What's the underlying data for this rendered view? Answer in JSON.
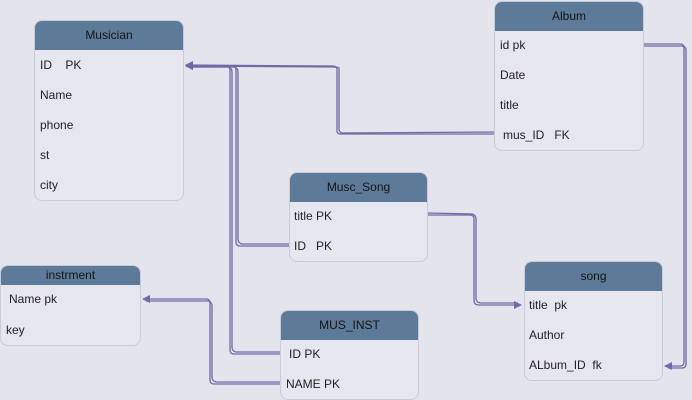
{
  "entities": {
    "musician": {
      "title": "Musician",
      "rows": [
        "ID    PK",
        "Name",
        "phone",
        "st",
        "city"
      ]
    },
    "album": {
      "title": "Album",
      "rows": [
        "id pk",
        "Date",
        "title",
        "mus_ID   FK"
      ]
    },
    "musc_song": {
      "title": "Musc_Song",
      "rows": [
        "title PK",
        "ID   PK"
      ]
    },
    "instrment": {
      "title": "instrment",
      "rows": [
        "Name pk",
        "key"
      ]
    },
    "mus_inst": {
      "title": "MUS_INST",
      "rows": [
        "ID PK",
        "NAME PK"
      ]
    },
    "song": {
      "title": "song",
      "rows": [
        "title  pk",
        "Author",
        "ALbum_ID  fk"
      ]
    }
  },
  "colors": {
    "header": "#5d7b99",
    "body": "#e6e6ef",
    "edge": "#6f6aa8",
    "canvas": "#e4e4ec"
  },
  "relationships": [
    {
      "from": "album.mus_ID",
      "to": "musician.ID"
    },
    {
      "from": "musc_song.ID",
      "to": "musician.ID"
    },
    {
      "from": "musc_song.title",
      "to": "song.title"
    },
    {
      "from": "album.id",
      "to": "song.ALbum_ID"
    },
    {
      "from": "mus_inst.ID",
      "to": "musician.ID"
    },
    {
      "from": "mus_inst.NAME",
      "to": "instrment.Name"
    }
  ]
}
